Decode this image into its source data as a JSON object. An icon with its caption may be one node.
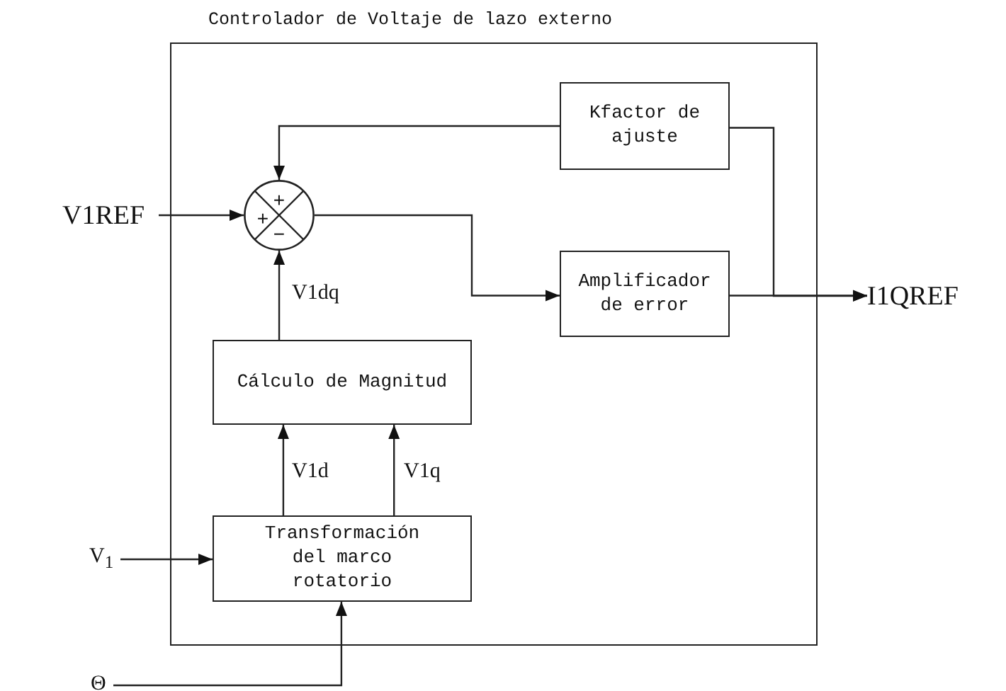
{
  "diagram": {
    "nodes": [
      {
        "text": [
          "Controlador de Voltaje de lazo externo"
        ]
      },
      {
        "text": [
          "Kfactor de ajuste"
        ],
        "in": 0
      },
      {
        "text": [
          "+",
          "+",
          "−"
        ],
        "in": 0
      },
      {
        "text": [
          "Amplificador de error"
        ],
        "in": 0
      },
      {
        "text": [
          "Cálculo de Magnitud"
        ],
        "in": 0
      },
      {
        "text": [
          "Transformación del marco rotatorio"
        ],
        "in": 0
      },
      {
        "text": [
          "V1REF"
        ]
      },
      {
        "text": [
          "I1QREF"
        ]
      },
      {
        "text": [
          "V$_{1}$"
        ]
      },
      {
        "text": [
          "Θ"
        ]
      }
    ],
    "edges": [
      {
        "from": 6,
        "to": 2,
        "arrow": "to"
      },
      {
        "from": 1,
        "to": 2,
        "arrow": "to"
      },
      {
        "from": 2,
        "to": 3,
        "arrow": "to"
      },
      {
        "from": 4,
        "to": 2,
        "arrow": "to",
        "label": "V1dq"
      },
      {
        "from": 5,
        "to": 4,
        "arrow": "to",
        "label": "V1d"
      },
      {
        "from": 5,
        "to": 4,
        "arrow": "to",
        "label": "V1q"
      },
      {
        "from": 3,
        "to": 7,
        "arrow": "to"
      },
      {
        "from": 1,
        "to": 7,
        "arrow": "to"
      },
      {
        "from": 8,
        "to": 5,
        "arrow": "to"
      },
      {
        "from": 9,
        "to": 5,
        "arrow": "to"
      }
    ]
  }
}
